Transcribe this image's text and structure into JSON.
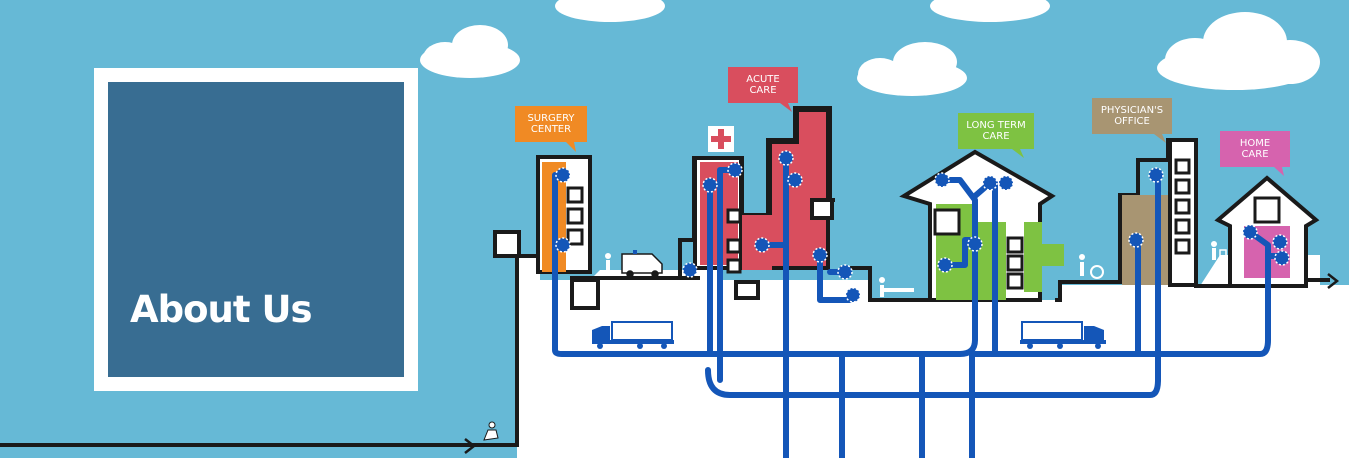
{
  "header": {
    "title": "About Us"
  },
  "signs": {
    "surgery_center": [
      "SURGERY",
      "CENTER"
    ],
    "acute_care": [
      "ACUTE",
      "CARE"
    ],
    "long_term_care": [
      "LONG TERM",
      "CARE"
    ],
    "physicians_office": [
      "PHYSICIAN'S",
      "OFFICE"
    ],
    "home_care": [
      "HOME",
      "CARE"
    ]
  },
  "colors": {
    "sky": "#66b9d6",
    "ground": "#ffffff",
    "title_box": "#386d92",
    "outline": "#1a1a1a",
    "pipe": "#1456b8",
    "surgery": "#f08a24",
    "acute": "#d94e5e",
    "longterm": "#7ec242",
    "physician": "#a89572",
    "home": "#d663ae"
  },
  "icons": [
    "cloud-icon",
    "ambulance-icon",
    "truck-icon",
    "running-person-icon",
    "person-walking-icon",
    "wheelchair-icon",
    "walker-icon",
    "stretcher-icon",
    "red-cross-icon"
  ]
}
